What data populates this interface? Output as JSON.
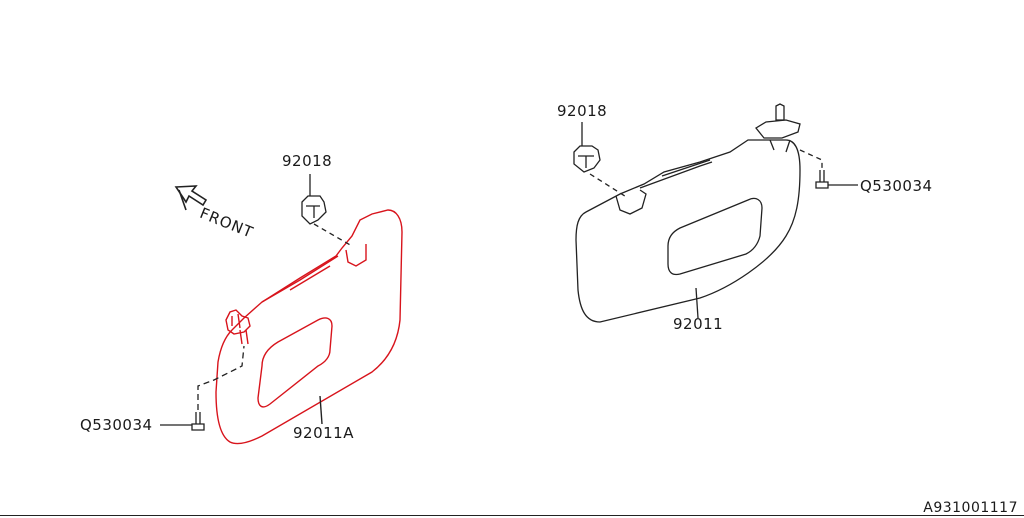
{
  "diagram": {
    "orientation_label": "FRONT",
    "drawing_code": "A931001117",
    "colors": {
      "highlight": "#d8141c",
      "line": "#222222",
      "background": "#ffffff"
    },
    "left_assembly": {
      "highlighted": true,
      "parts": [
        {
          "label": "92018",
          "description": "sun visor hook / holder"
        },
        {
          "label": "92011A",
          "description": "sun visor (highlighted)"
        },
        {
          "label": "Q530034",
          "description": "screw"
        }
      ]
    },
    "right_assembly": {
      "highlighted": false,
      "parts": [
        {
          "label": "92018",
          "description": "sun visor hook / holder"
        },
        {
          "label": "92011",
          "description": "sun visor"
        },
        {
          "label": "Q530034",
          "description": "screw"
        }
      ]
    }
  }
}
